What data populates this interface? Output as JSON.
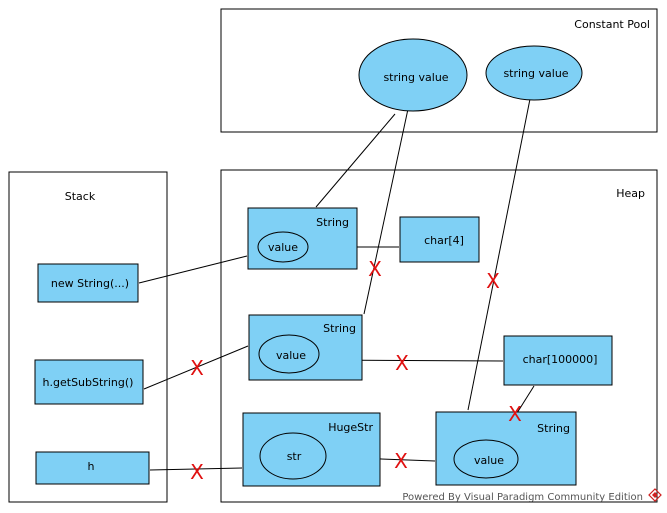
{
  "regions": {
    "constant_pool": "Constant Pool",
    "stack": "Stack",
    "heap": "Heap"
  },
  "pool_items": {
    "item1": "string value",
    "item2": "string value"
  },
  "stack_items": {
    "new_string": "new String(...)",
    "substring": "h.getSubString()",
    "h": "h"
  },
  "heap_objects": {
    "string1_title": "String",
    "string1_field": "value",
    "char4": "char[4]",
    "string2_title": "String",
    "string2_field": "value",
    "char100000": "char[100000]",
    "hugestr_title": "HugeStr",
    "hugestr_field": "str",
    "string3_title": "String",
    "string3_field": "value"
  },
  "marks": {
    "cross": "X"
  },
  "footer": {
    "text": "Powered By Visual Paradigm Community Edition"
  },
  "colors": {
    "node_fill": "#7fd0f5",
    "cross_mark": "#e01010"
  }
}
